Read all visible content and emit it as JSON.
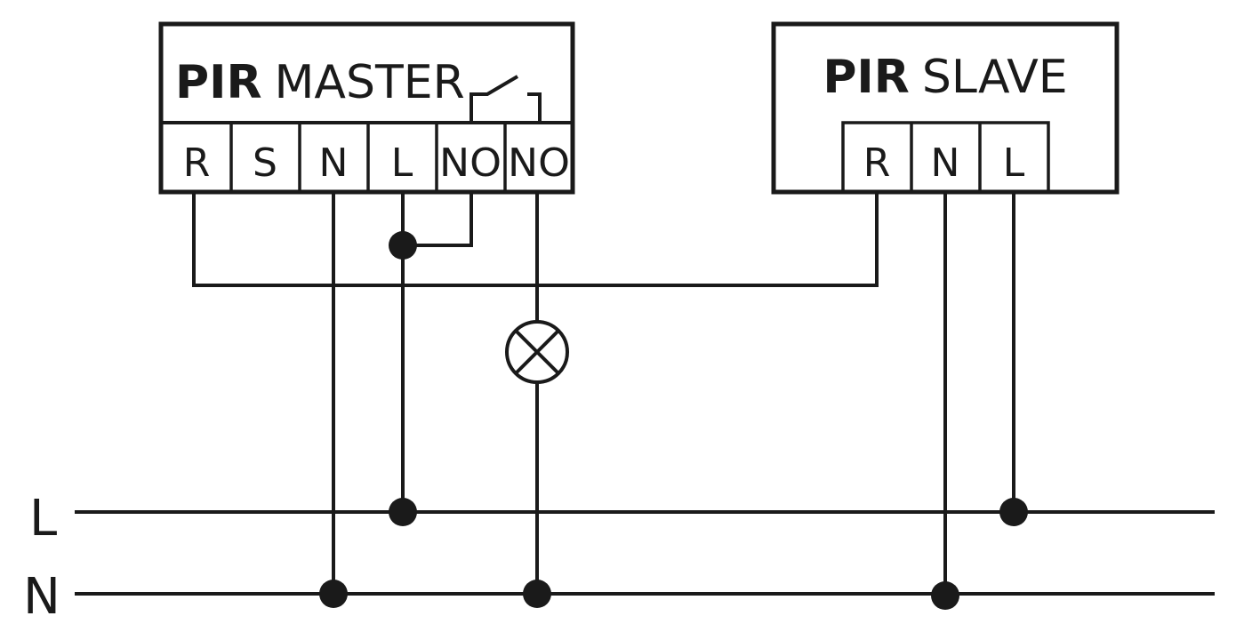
{
  "master": {
    "title_bold": "PIR",
    "title_rest": "MASTER",
    "terminals": [
      "R",
      "S",
      "N",
      "L",
      "NO",
      "NO"
    ]
  },
  "slave": {
    "title_bold": "PIR",
    "title_rest": "SLAVE",
    "terminals": [
      "R",
      "N",
      "L"
    ]
  },
  "bus": {
    "live_label": "L",
    "neutral_label": "N"
  },
  "colors": {
    "line": "#1a1a1a",
    "background": "#ffffff"
  }
}
